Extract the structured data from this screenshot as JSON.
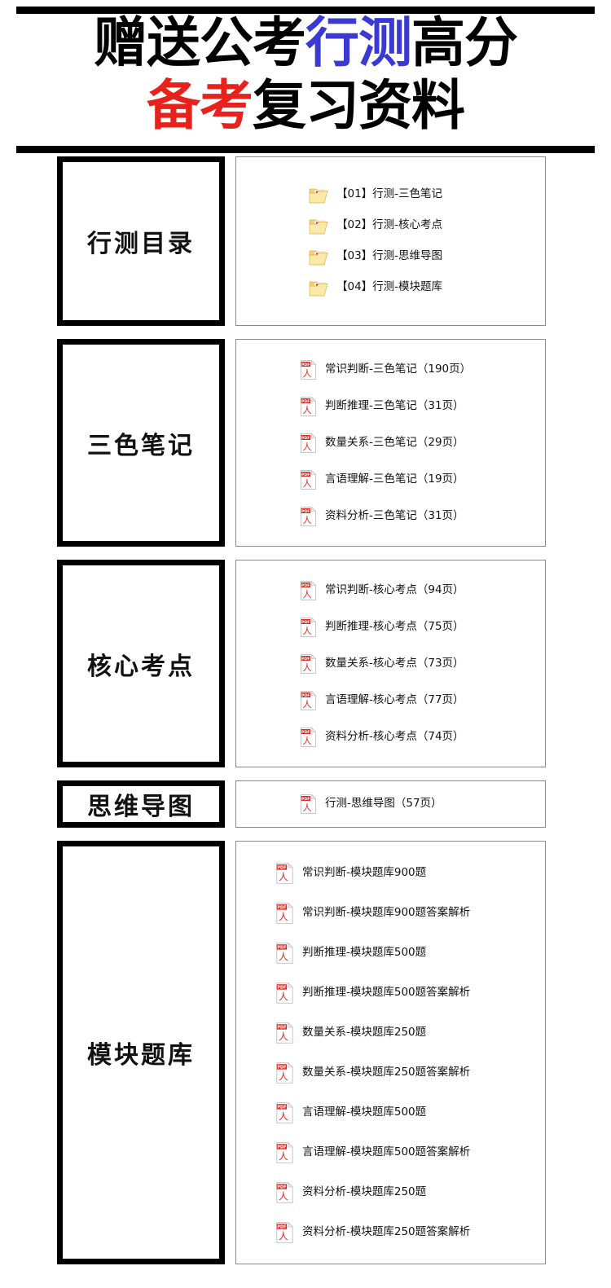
{
  "header": {
    "line1": [
      {
        "text": "赠送公考",
        "color": "#000000"
      },
      {
        "text": "行测",
        "color": "#3a3ad2"
      },
      {
        "text": "高分",
        "color": "#000000"
      }
    ],
    "line2": [
      {
        "text": "备考",
        "color": "#e7211b"
      },
      {
        "text": "复习资料",
        "color": "#000000"
      }
    ],
    "line1_plain": "赠送公考行测高分",
    "line2_plain": "备考复习资料"
  },
  "colors": {
    "blue": "#3a3ad2",
    "red": "#e7211b",
    "black": "#000000",
    "box_border": "#8a8a8a",
    "pdf_red": "#e02a20",
    "folder_yellow": "#f6d98a"
  },
  "sections": [
    {
      "label": "行测目录",
      "icon_type": "folder-pdf-icon",
      "items": [
        {
          "name": "【01】行测-三色笔记"
        },
        {
          "name": "【02】行测-核心考点"
        },
        {
          "name": "【03】行测-思维导图"
        },
        {
          "name": "【04】行测-模块题库"
        }
      ]
    },
    {
      "label": "三色笔记",
      "icon_type": "pdf-file-icon",
      "items": [
        {
          "name": "常识判断-三色笔记（190页）"
        },
        {
          "name": "判断推理-三色笔记（31页）"
        },
        {
          "name": "数量关系-三色笔记（29页）"
        },
        {
          "name": "言语理解-三色笔记（19页）"
        },
        {
          "name": "资料分析-三色笔记（31页）"
        }
      ]
    },
    {
      "label": "核心考点",
      "icon_type": "pdf-file-icon",
      "items": [
        {
          "name": "常识判断-核心考点（94页）"
        },
        {
          "name": "判断推理-核心考点（75页）"
        },
        {
          "name": "数量关系-核心考点（73页）"
        },
        {
          "name": "言语理解-核心考点（77页）"
        },
        {
          "name": "资料分析-核心考点（74页）"
        }
      ]
    },
    {
      "label": "思维导图",
      "icon_type": "pdf-file-icon",
      "items": [
        {
          "name": "行测-思维导图（57页）"
        }
      ]
    },
    {
      "label": "模块题库",
      "icon_type": "pdf-file-icon",
      "items": [
        {
          "name": "常识判断-模块题库900题"
        },
        {
          "name": "常识判断-模块题库900题答案解析"
        },
        {
          "name": "判断推理-模块题库500题"
        },
        {
          "name": "判断推理-模块题库500题答案解析"
        },
        {
          "name": "数量关系-模块题库250题"
        },
        {
          "name": "数量关系-模块题库250题答案解析"
        },
        {
          "name": "言语理解-模块题库500题"
        },
        {
          "name": "言语理解-模块题库500题答案解析"
        },
        {
          "name": "资料分析-模块题库250题"
        },
        {
          "name": "资料分析-模块题库250题答案解析"
        }
      ]
    }
  ]
}
